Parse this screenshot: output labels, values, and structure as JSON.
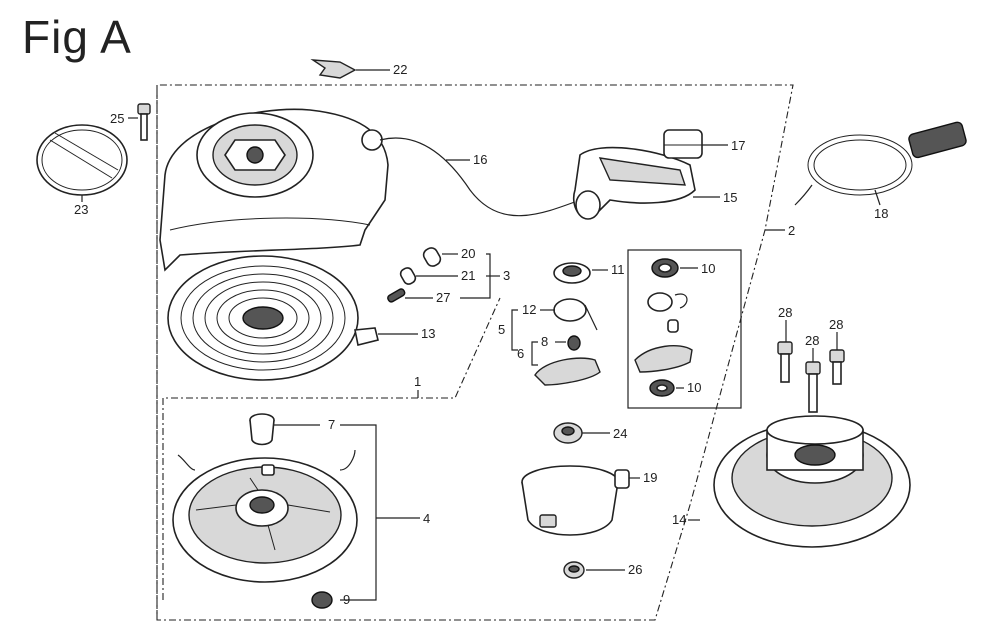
{
  "figure": {
    "title": "Fig A"
  },
  "callouts": [
    {
      "id": "c22",
      "label": "22"
    },
    {
      "id": "c25",
      "label": "25"
    },
    {
      "id": "c23",
      "label": "23"
    },
    {
      "id": "c16",
      "label": "16"
    },
    {
      "id": "c17",
      "label": "17"
    },
    {
      "id": "c15",
      "label": "15"
    },
    {
      "id": "c2",
      "label": "2"
    },
    {
      "id": "c18",
      "label": "18"
    },
    {
      "id": "c20",
      "label": "20"
    },
    {
      "id": "c21",
      "label": "21"
    },
    {
      "id": "c3",
      "label": "3"
    },
    {
      "id": "c27",
      "label": "27"
    },
    {
      "id": "c13",
      "label": "13"
    },
    {
      "id": "c11",
      "label": "11"
    },
    {
      "id": "c10a",
      "label": "10"
    },
    {
      "id": "c12",
      "label": "12"
    },
    {
      "id": "c5",
      "label": "5"
    },
    {
      "id": "c8",
      "label": "8"
    },
    {
      "id": "c6",
      "label": "6"
    },
    {
      "id": "c1",
      "label": "1"
    },
    {
      "id": "c10b",
      "label": "10"
    },
    {
      "id": "c28a",
      "label": "28"
    },
    {
      "id": "c28b",
      "label": "28"
    },
    {
      "id": "c28c",
      "label": "28"
    },
    {
      "id": "c7",
      "label": "7"
    },
    {
      "id": "c24",
      "label": "24"
    },
    {
      "id": "c19",
      "label": "19"
    },
    {
      "id": "c4",
      "label": "4"
    },
    {
      "id": "c14",
      "label": "14"
    },
    {
      "id": "c26",
      "label": "26"
    },
    {
      "id": "c9",
      "label": "9"
    }
  ]
}
